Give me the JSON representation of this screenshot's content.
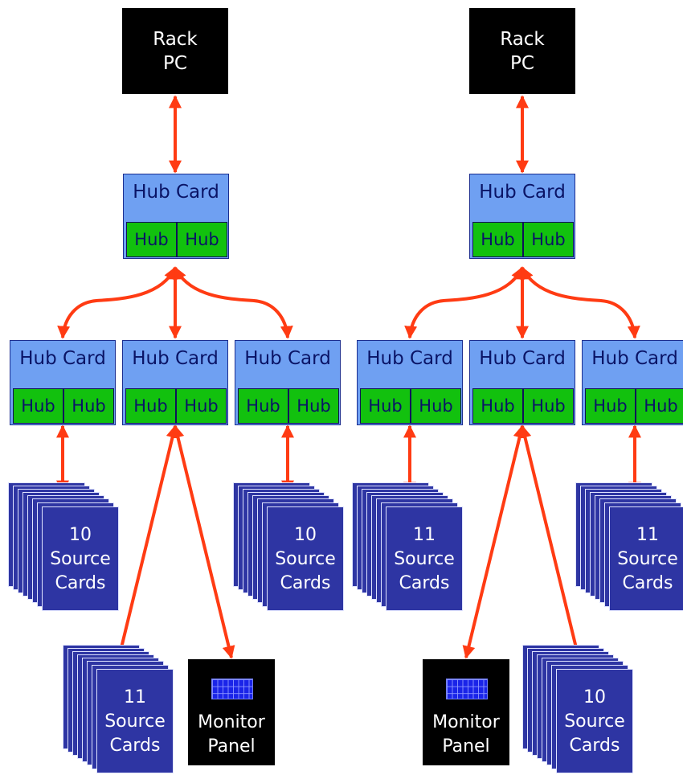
{
  "left": {
    "rack": {
      "line1": "Rack",
      "line2": "PC"
    },
    "top_hub": {
      "title": "Hub Card",
      "hub_a": "Hub",
      "hub_b": "Hub"
    },
    "hub1": {
      "title": "Hub Card",
      "hub_a": "Hub",
      "hub_b": "Hub"
    },
    "hub2": {
      "title": "Hub Card",
      "hub_a": "Hub",
      "hub_b": "Hub"
    },
    "hub3": {
      "title": "Hub Card",
      "hub_a": "Hub",
      "hub_b": "Hub"
    },
    "src1": {
      "count": "10",
      "line2": "Source",
      "line3": "Cards"
    },
    "src2": {
      "count": "10",
      "line2": "Source",
      "line3": "Cards"
    },
    "src3": {
      "count": "11",
      "line2": "Source",
      "line3": "Cards"
    },
    "monitor": {
      "line1": "Monitor",
      "line2": "Panel"
    }
  },
  "right": {
    "rack": {
      "line1": "Rack",
      "line2": "PC"
    },
    "top_hub": {
      "title": "Hub Card",
      "hub_a": "Hub",
      "hub_b": "Hub"
    },
    "hub1": {
      "title": "Hub Card",
      "hub_a": "Hub",
      "hub_b": "Hub"
    },
    "hub2": {
      "title": "Hub Card",
      "hub_a": "Hub",
      "hub_b": "Hub"
    },
    "hub3": {
      "title": "Hub Card",
      "hub_a": "Hub",
      "hub_b": "Hub"
    },
    "src1": {
      "count": "11",
      "line2": "Source",
      "line3": "Cards"
    },
    "src2": {
      "count": "11",
      "line2": "Source",
      "line3": "Cards"
    },
    "src3": {
      "count": "10",
      "line2": "Source",
      "line3": "Cards"
    },
    "monitor": {
      "line1": "Monitor",
      "line2": "Panel"
    }
  },
  "colors": {
    "arrow": "#ff3b13",
    "hub_card": "#6fa0f2",
    "hub": "#12c10e",
    "source_card": "#2e35a3",
    "rack": "#000000"
  }
}
